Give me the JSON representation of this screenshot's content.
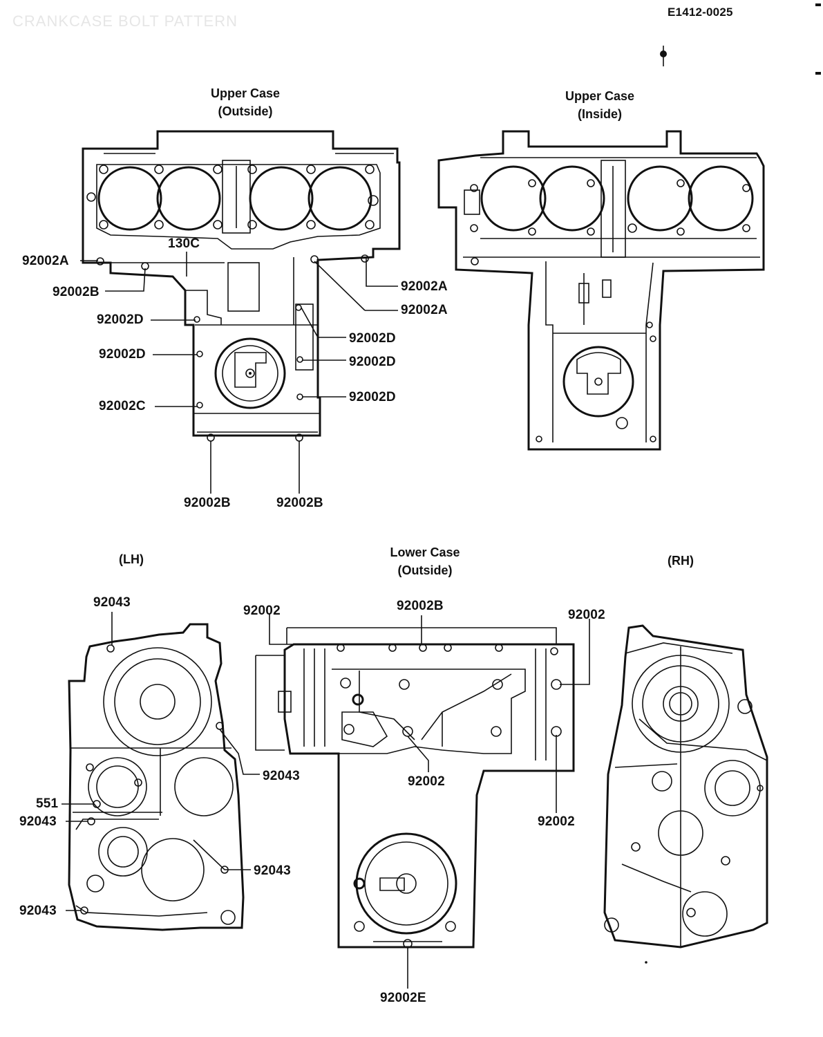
{
  "header": {
    "faint_title": "CRANKCASE BOLT PATTERN",
    "code": "E1412-0025"
  },
  "titles": {
    "upper_outside": [
      "Upper Case",
      "(Outside)"
    ],
    "upper_inside": [
      "Upper Case",
      "(Inside)"
    ],
    "lower_outside": [
      "Lower Case",
      "(Outside)"
    ],
    "lh": "(LH)",
    "rh": "(RH)"
  },
  "upper_outside_labels": {
    "a_left": "92002A",
    "c130": "130C",
    "b_left": "92002B",
    "a_right1": "92002A",
    "a_right2": "92002A",
    "d_left1": "92002D",
    "d_left2": "92002D",
    "d_right1": "92002D",
    "d_right2": "92002D",
    "d_right3": "92002D",
    "c_left": "92002C",
    "b_bottom1": "92002B",
    "b_bottom2": "92002B"
  },
  "lh_labels": {
    "top": "92043",
    "mid": "92043",
    "l551": "551",
    "left": "92043",
    "lower_right": "92043",
    "bottom_left": "92043"
  },
  "lower_labels": {
    "top_left": "92002",
    "top_b": "92002B",
    "top_right": "92002",
    "center": "92002",
    "right": "92002",
    "bottom": "92002E"
  }
}
